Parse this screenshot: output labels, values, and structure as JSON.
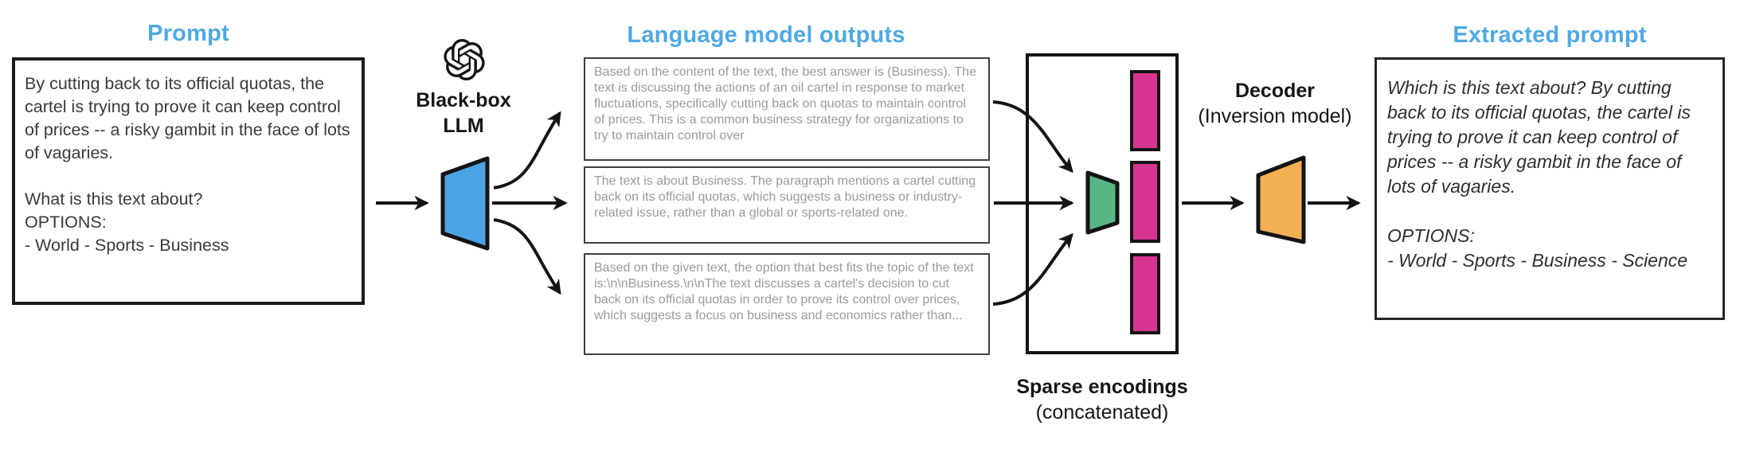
{
  "colors": {
    "title_blue": "#4FA9E3",
    "llm_trapezoid_fill": "#4BA3E3",
    "encoder_trapezoid_fill": "#57B684",
    "encoding_bar_fill": "#D63590",
    "decoder_trapezoid_fill": "#F2AF54",
    "outline_black": "#141414",
    "output_text_gray": "#9A9A9E"
  },
  "prompt": {
    "title": "Prompt",
    "body": "By cutting back to its official quotas, the cartel is trying to prove it can keep control of prices -- a risky gambit in the face of lots of vagaries.",
    "question": "What is this text about?",
    "options_label": "OPTIONS:",
    "options": "- World - Sports - Business"
  },
  "llm": {
    "icon": "openai-logo",
    "label_line1": "Black-box",
    "label_line2": "LLM"
  },
  "outputs": {
    "title": "Language model outputs",
    "boxes": [
      "Based on the content of the text, the best answer is (Business). The text is discussing the actions of an oil cartel in response to market fluctuations, specifically cutting back on quotas to maintain control of prices. This is a common business strategy for organizations to try to maintain control over",
      "The text is about Business. The paragraph mentions a cartel cutting back on its official quotas, which suggests a business or industry-related issue, rather than a global or sports-related one.",
      "Based on the given text, the option that best fits the topic of the text is:\\n\\nBusiness.\\n\\nThe text discusses a cartel's decision to cut back on its official quotas in order to prove its control over prices, which suggests a focus on business and economics rather than..."
    ]
  },
  "encodings": {
    "label": "Sparse encodings",
    "sublabel": "(concatenated)"
  },
  "decoder": {
    "label": "Decoder",
    "sublabel": "(Inversion model)"
  },
  "extracted": {
    "title": "Extracted prompt",
    "body": "Which is this text about? By cutting back to its official quotas, the cartel is trying to prove it can keep control of prices -- a risky gambit in the face of lots of vagaries.",
    "options_label": "OPTIONS:",
    "options": "- World - Sports - Business - Science"
  }
}
